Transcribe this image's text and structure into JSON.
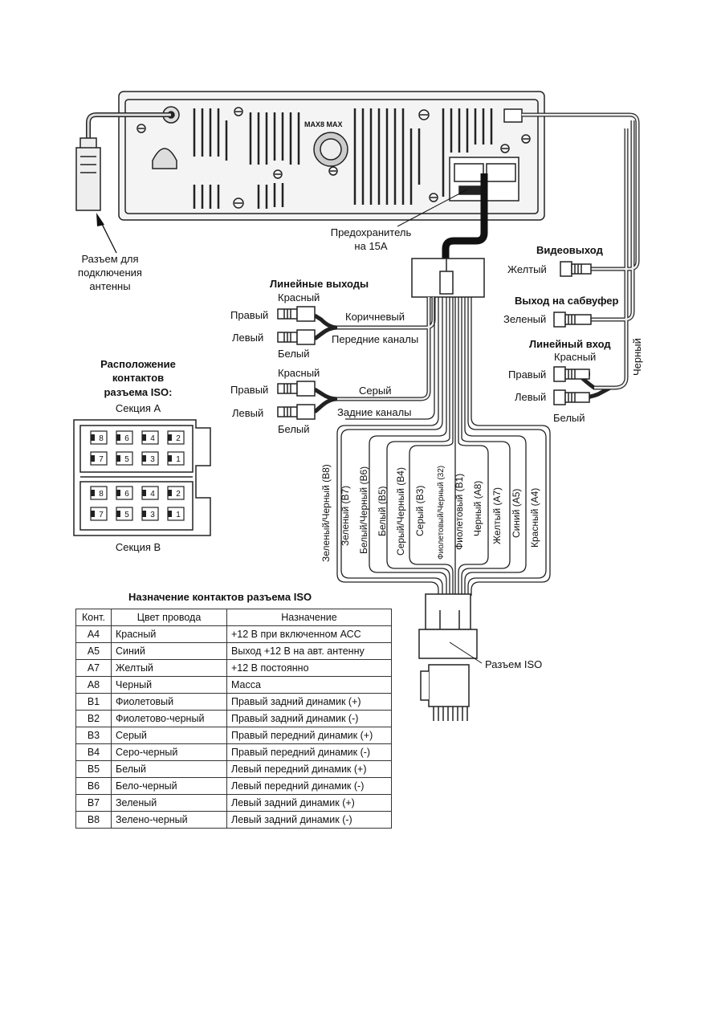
{
  "labels": {
    "antenna": [
      "Разъем для",
      "подключения",
      "антенны"
    ],
    "fuse": [
      "Предохранитель",
      "на 15А"
    ],
    "video_out": "Видеовыход",
    "video_out_color": "Желтый",
    "sub_out": "Выход на сабвуфер",
    "sub_out_color": "Зеленый",
    "line_in": "Линейный вход",
    "line_in_red": "Красный",
    "line_in_right": "Правый",
    "line_in_left": "Левый",
    "line_in_white": "Белый",
    "black_wire": "Черный",
    "line_out": "Линейные выходы",
    "front_red": "Красный",
    "front_right": "Правый",
    "front_left": "Левый",
    "front_white": "Белый",
    "front_wire": "Коричневый",
    "front_channels": "Передние каналы",
    "rear_red": "Красный",
    "rear_right": "Правый",
    "rear_left": "Левый",
    "rear_white": "Белый",
    "rear_wire": "Серый",
    "rear_channels": "Задние каналы",
    "iso_layout": [
      "Расположение",
      "контактов",
      "разъема ISO:"
    ],
    "section_a": "Секция А",
    "section_b": "Секция В",
    "iso_connector": "Разъем ISO",
    "unit_marking": "MAX8 MAX"
  },
  "iso_pins": {
    "row1": [
      "8",
      "6",
      "4",
      "2"
    ],
    "row2": [
      "7",
      "5",
      "3",
      "1"
    ]
  },
  "wires": [
    "Зеленый/Черный (В8)",
    "Зеленый (В7)",
    "Белый/Черный (В6)",
    "Белый (В5)",
    "Серый/Черный (В4)",
    "Серый (В3)",
    "Фиолетовый/Черный (32)",
    "Фиолетовый (В1)",
    "Черный (А8)",
    "Желтый (А7)",
    "Синий (А5)",
    "Красный (А4)"
  ],
  "table": {
    "title": "Назначение контактов разъема ISO",
    "headers": [
      "Конт.",
      "Цвет провода",
      "Назначение"
    ],
    "rows": [
      [
        "А4",
        "Красный",
        "+12 В при включенном АСС"
      ],
      [
        "А5",
        "Синий",
        "Выход +12 В на авт. антенну"
      ],
      [
        "А7",
        "Желтый",
        "+12 В постоянно"
      ],
      [
        "А8",
        "Черный",
        "Масса"
      ],
      [
        "В1",
        "Фиолетовый",
        "Правый задний динамик (+)"
      ],
      [
        "В2",
        "Фиолетово-черный",
        "Правый задний динамик (-)"
      ],
      [
        "В3",
        "Серый",
        "Правый передний динамик (+)"
      ],
      [
        "В4",
        "Серо-черный",
        "Правый передний динамик (-)"
      ],
      [
        "В5",
        "Белый",
        "Левый передний динамик (+)"
      ],
      [
        "В6",
        "Бело-черный",
        "Левый передний динамик (-)"
      ],
      [
        "В7",
        "Зеленый",
        "Левый задний динамик (+)"
      ],
      [
        "В8",
        "Зелено-черный",
        "Левый задний динамик (-)"
      ]
    ]
  }
}
